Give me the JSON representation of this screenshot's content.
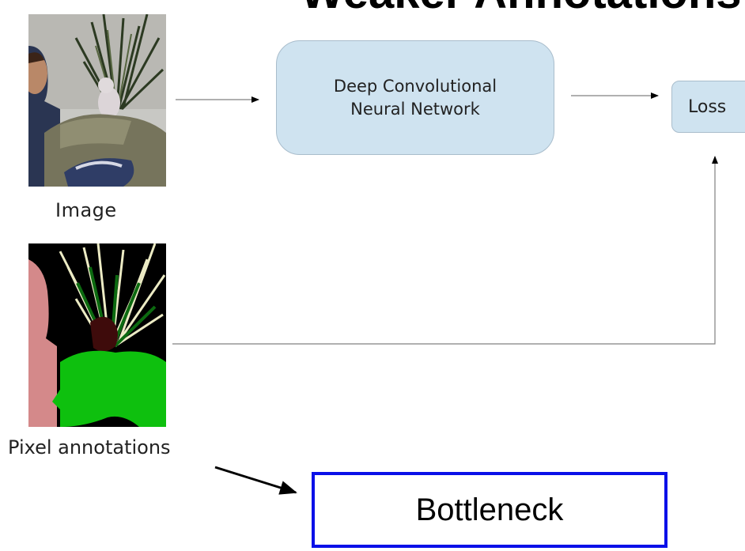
{
  "diagram": {
    "title_fragment": "Weaker Annotations",
    "nodes": {
      "cnn": {
        "line1": "Deep Convolutional",
        "line2": "Neural Network"
      },
      "loss": {
        "label": "Loss"
      },
      "bottleneck": {
        "label": "Bottleneck"
      }
    },
    "captions": {
      "image": "Image",
      "pixel_annotations": "Pixel annotations"
    },
    "colors": {
      "node_fill": "#cfe3f0",
      "bottleneck_border": "#0a10e8",
      "connector": "#808080",
      "annot_background": "#000000",
      "annot_person": "#d4898a",
      "annot_plant": "#0c6a10",
      "annot_plant_light": "#ecebc4",
      "annot_cat": "#3e0b0b",
      "annot_sofa": "#0ec00e"
    },
    "icons": [
      "photo-thumbnail",
      "segmentation-thumbnail"
    ]
  }
}
